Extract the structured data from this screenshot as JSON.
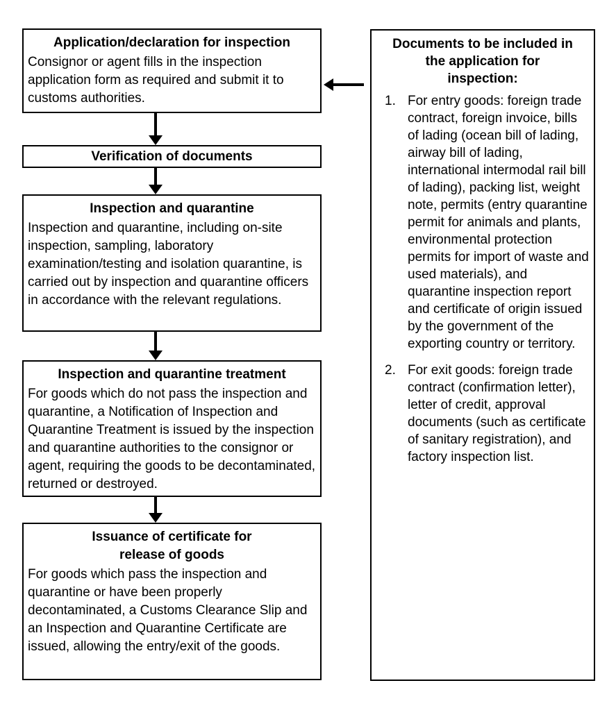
{
  "colors": {
    "background": "#ffffff",
    "border": "#000000",
    "text": "#000000",
    "arrow": "#000000"
  },
  "flowchart": {
    "steps": [
      {
        "title": "Application/declaration for inspection",
        "body": "Consignor or agent fills in the inspection application form as required and submit it to customs authorities."
      },
      {
        "title": "Verification of documents",
        "body": ""
      },
      {
        "title": "Inspection and quarantine",
        "body": "Inspection and quarantine, including on-site inspection, sampling, laboratory examination/testing and isolation quarantine, is carried out by inspection and quarantine officers in accordance with the relevant regulations."
      },
      {
        "title": "Inspection and quarantine treatment",
        "body": "For goods which do not pass the inspection and quarantine, a Notification of Inspection and Quarantine Treatment is issued by the inspection and quarantine authorities to the consignor or agent, requiring the goods to be decontaminated, returned or destroyed."
      },
      {
        "title": "Issuance of certificate for\nrelease of goods",
        "body": "For goods which pass the inspection and quarantine or have been properly decontaminated, a Customs Clearance Slip and an Inspection and Quarantine Certificate are issued, allowing the entry/exit of the goods."
      }
    ]
  },
  "side_panel": {
    "title": "Documents to be included in\nthe application for\ninspection:",
    "items": [
      {
        "number": "1.",
        "text": "For entry goods: foreign trade contract, foreign invoice, bills of lading (ocean bill of lading, airway bill of lading, international intermodal rail bill of lading), packing list, weight note, permits (entry quarantine permit for animals and plants, environmental protection permits for import of waste and used materials), and quarantine inspection report and certificate of origin issued by the government of the exporting country or territory."
      },
      {
        "number": "2.",
        "text": "For exit goods: foreign trade contract (confirmation letter), letter of credit, approval documents (such as certificate of sanitary registration), and factory inspection list."
      }
    ]
  }
}
